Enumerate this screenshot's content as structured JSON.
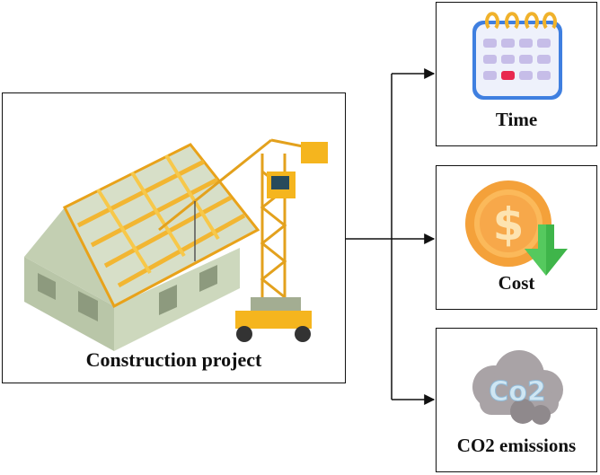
{
  "diagram": {
    "project": {
      "label": "Construction project",
      "icon": "house-crane-icon"
    },
    "outcomes": [
      {
        "label": "Time",
        "icon": "calendar-icon"
      },
      {
        "label": "Cost",
        "icon": "coin-down-arrow-icon"
      },
      {
        "label": "CO2 emissions",
        "icon": "co2-cloud-icon"
      }
    ],
    "cloud_text": "Co2"
  }
}
